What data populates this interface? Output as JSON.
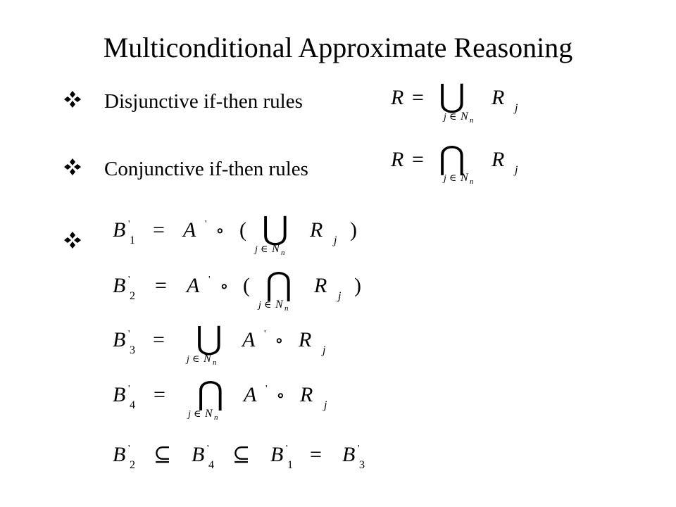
{
  "slide": {
    "title": "Multiconditional Approximate Reasoning",
    "bullet_icon": "diamond-cluster-bullet",
    "rules": [
      {
        "label": "Disjunctive if-then rules"
      },
      {
        "label": "Conjunctive if-then rules"
      }
    ]
  },
  "math": {
    "R": "R",
    "Rj_base": "R",
    "j": "j",
    "eq": "=",
    "union": "⋃",
    "inter": "⋂",
    "index_j": "j",
    "index_in": "∈",
    "index_N": "N",
    "index_n": "n",
    "B": "B",
    "A": "A",
    "prime": "'",
    "compose": "∘",
    "lparen": "(",
    "rparen": ")",
    "subseteq": "⊆",
    "sub1": "1",
    "sub2": "2",
    "sub3": "3",
    "sub4": "4"
  }
}
